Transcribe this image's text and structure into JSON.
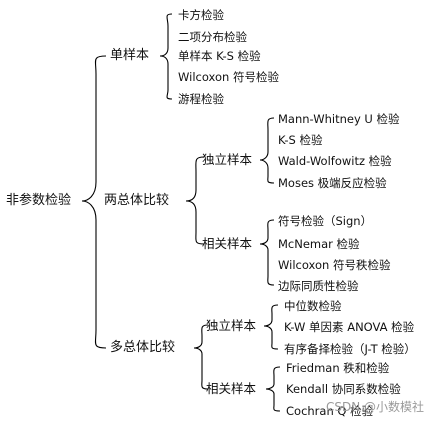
{
  "root": "非参数检验",
  "groups": [
    {
      "label": "单样本",
      "items": [
        "卡方检验",
        "二项分布检验",
        "单样本 K-S 检验",
        "Wilcoxon 符号检验",
        "游程检验"
      ]
    },
    {
      "label": "两总体比较",
      "subs": [
        {
          "label": "独立样本",
          "items": [
            "Mann-Whitney U 检验",
            "K-S 检验",
            "Wald-Wolfowitz  检验",
            "Moses  极端反应检验"
          ]
        },
        {
          "label": "相关样本",
          "items": [
            "符号检验（Sign）",
            "McNemar  检验",
            "Wilcoxon 符号秩检验",
            "边际同质性检验"
          ]
        }
      ]
    },
    {
      "label": "多总体比较",
      "subs": [
        {
          "label": "独立样本",
          "items": [
            "中位数检验",
            "K-W 单因素 ANOVA 检验",
            "有序备择检验（J-T 检验）"
          ]
        },
        {
          "label": "相关样本",
          "items": [
            "Friedman  秩和检验",
            "Kendall  协同系数检验",
            "Cochran Q 检验"
          ]
        }
      ]
    }
  ],
  "watermark": "CSDN @小数模社"
}
